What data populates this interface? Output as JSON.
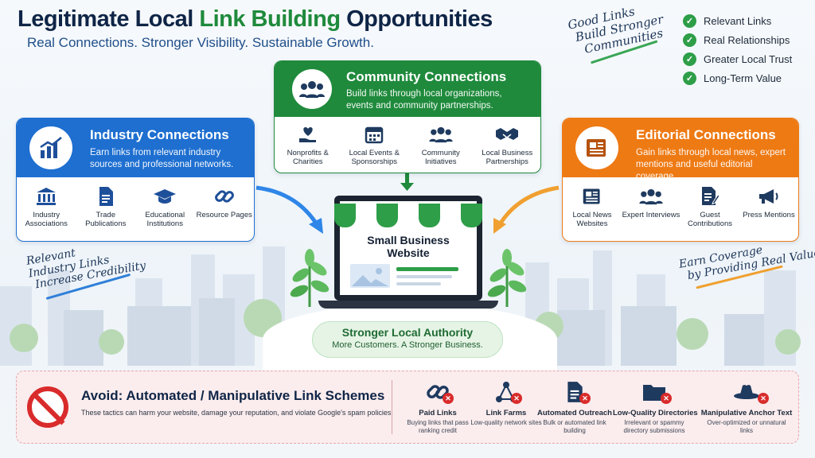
{
  "header": {
    "title_part1": "Legitimate Local ",
    "title_part2": "Link Building",
    "title_part3": " Opportunities",
    "subtitle": "Real Connections. Stronger Visibility. Sustainable Growth."
  },
  "notes": {
    "good_links": [
      "Good Links",
      "Build Stronger",
      "Communities"
    ],
    "relevant": [
      "Relevant",
      "Industry Links",
      "Increase Credibility"
    ],
    "earn": [
      "Earn Coverage",
      "by Providing Real Value"
    ]
  },
  "benefits": [
    "Relevant Links",
    "Real Relationships",
    "Greater Local Trust",
    "Long-Term Value"
  ],
  "industry": {
    "title": "Industry Connections",
    "desc": "Earn links from relevant industry sources and professional networks.",
    "items": [
      {
        "label": "Industry Associations",
        "icon": "building-icon"
      },
      {
        "label": "Trade Publications",
        "icon": "document-icon"
      },
      {
        "label": "Educational Institutions",
        "icon": "graduation-cap-icon"
      },
      {
        "label": "Resource Pages",
        "icon": "link-icon"
      }
    ]
  },
  "community": {
    "title": "Community Connections",
    "desc": "Build links through local organizations, events and community partnerships.",
    "items": [
      {
        "label": "Nonprofits & Charities",
        "icon": "heart-hand-icon"
      },
      {
        "label": "Local Events & Sponsorships",
        "icon": "calendar-icon"
      },
      {
        "label": "Community Initiatives",
        "icon": "people-icon"
      },
      {
        "label": "Local Business Partnerships",
        "icon": "handshake-icon"
      }
    ]
  },
  "editorial": {
    "title": "Editorial Connections",
    "desc": "Gain links through local news, expert mentions and useful editorial coverage.",
    "items": [
      {
        "label": "Local News Websites",
        "icon": "newspaper-icon"
      },
      {
        "label": "Expert Interviews",
        "icon": "people-icon"
      },
      {
        "label": "Guest Contributions",
        "icon": "edit-document-icon"
      },
      {
        "label": "Press Mentions",
        "icon": "megaphone-icon"
      }
    ]
  },
  "center": {
    "site_title": "Small Business Website",
    "outcome_title": "Stronger Local Authority",
    "outcome_sub": "More Customers. A Stronger Business."
  },
  "avoid": {
    "title": "Avoid: Automated / Manipulative Link Schemes",
    "desc": "These tactics can harm your website, damage your reputation, and violate Google's spam policies.",
    "items": [
      {
        "label": "Paid Links",
        "sub": "Buying links that pass ranking credit",
        "icon": "chain-link-icon"
      },
      {
        "label": "Link Farms",
        "sub": "Low-quality network sites",
        "icon": "network-icon"
      },
      {
        "label": "Automated Outreach",
        "sub": "Bulk or automated link building",
        "icon": "document-icon"
      },
      {
        "label": "Low-Quality Directories",
        "sub": "Irrelevant or spammy directory submissions",
        "icon": "folder-icon"
      },
      {
        "label": "Manipulative Anchor Text",
        "sub": "Over-optimized or unnatural links",
        "icon": "black-hat-icon"
      }
    ]
  },
  "colors": {
    "industry": "#1e6fd0",
    "community": "#1f8a3c",
    "editorial": "#ee7a14",
    "danger": "#d92b2b"
  }
}
